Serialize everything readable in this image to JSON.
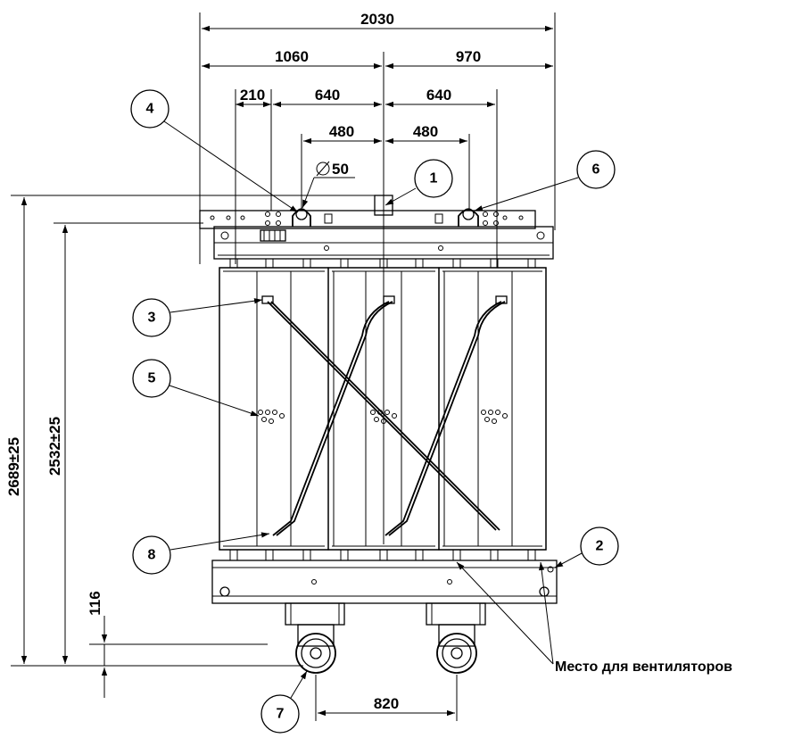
{
  "dimensions": {
    "overall_width": "2030",
    "left_half": "1060",
    "right_half": "970",
    "left_offset": "210",
    "left_pitch": "640",
    "right_pitch": "640",
    "left_lug": "480",
    "right_lug": "480",
    "hole_diameter": "50",
    "overall_height": "2689±25",
    "frame_height": "2532±25",
    "wheel_height": "116",
    "wheel_track": "820"
  },
  "callouts": [
    "1",
    "2",
    "3",
    "4",
    "5",
    "6",
    "7",
    "8"
  ],
  "fan_label": "Место для вентиляторов",
  "colors": {
    "line": "#000000",
    "background": "#ffffff",
    "panel": "#f2f2f2"
  }
}
